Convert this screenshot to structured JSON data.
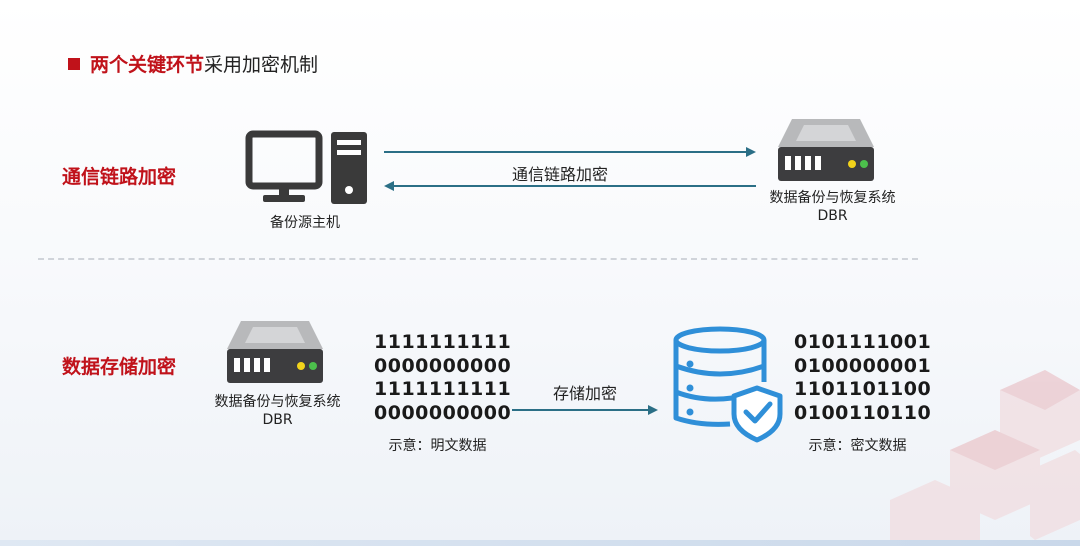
{
  "header": {
    "title_highlight": "两个关键环节",
    "title_rest": "采用加密机制"
  },
  "section1": {
    "label": "通信链路加密",
    "host_caption": "备份源主机",
    "arrow_label": "通信链路加密",
    "server_caption_line1": "数据备份与恢复系统",
    "server_caption_line2": "DBR"
  },
  "section2": {
    "label": "数据存储加密",
    "server_caption_line1": "数据备份与恢复系统",
    "server_caption_line2": "DBR",
    "plain_bits": [
      "1111111111",
      "0000000000",
      "1111111111",
      "0000000000"
    ],
    "plain_caption": "示意：明文数据",
    "arrow_label": "存储加密",
    "cipher_bits": [
      "0101111001",
      "0100000001",
      "1101101100",
      "0100110110"
    ],
    "cipher_caption": "示意：密文数据"
  },
  "colors": {
    "accent_red": "#c0121a",
    "arrow_teal": "#2b6f86",
    "icon_dark": "#3a3a3a",
    "db_blue": "#2f8fd8"
  },
  "icons": [
    "square-bullet-icon",
    "computer-icon",
    "server-icon",
    "database-shield-icon",
    "arrow-right-icon",
    "arrow-left-icon"
  ]
}
